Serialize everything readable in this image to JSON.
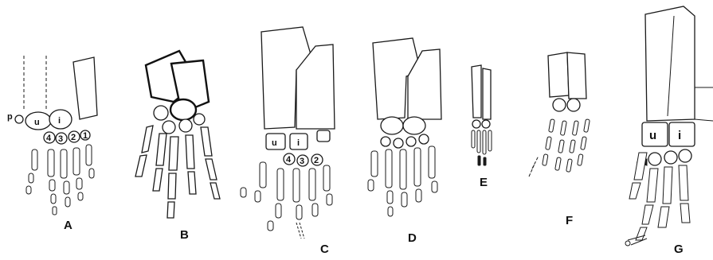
{
  "panels": [
    {
      "id": "A",
      "label": "A"
    },
    {
      "id": "B",
      "label": "B"
    },
    {
      "id": "C",
      "label": "C"
    },
    {
      "id": "D",
      "label": "D"
    },
    {
      "id": "E",
      "label": "E"
    },
    {
      "id": "F",
      "label": "F"
    },
    {
      "id": "G",
      "label": "G"
    }
  ],
  "bone_labels": {
    "p": "p",
    "u": "u",
    "i": "i",
    "c4": "4",
    "c3": "3",
    "c2": "2",
    "c1": "1"
  }
}
